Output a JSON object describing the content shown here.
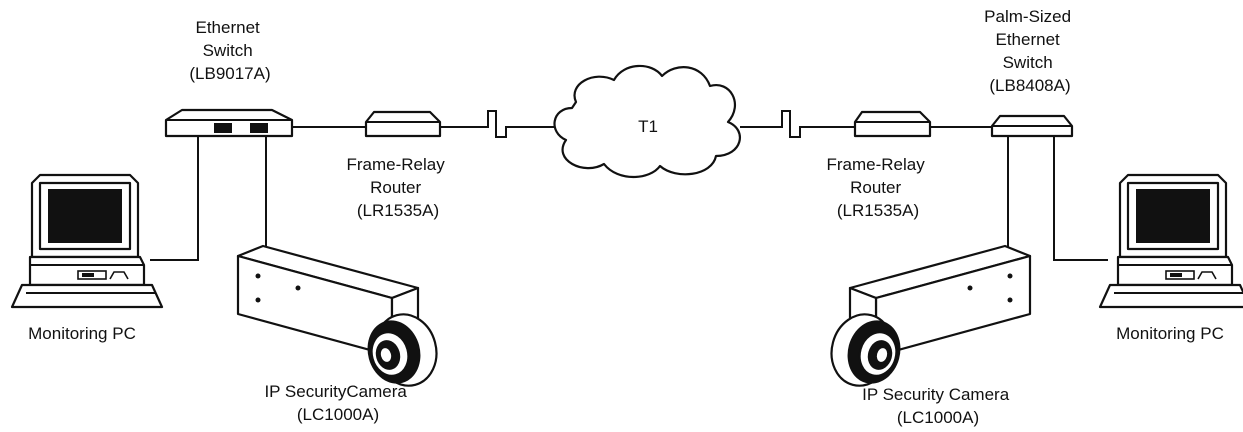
{
  "labels": {
    "switch_left": [
      "Ethernet",
      "Switch",
      "(LB9017A)"
    ],
    "router_left": [
      "Frame-Relay",
      "Router",
      "(LR1535A)"
    ],
    "cloud": "T1",
    "router_right": [
      "Frame-Relay",
      "Router",
      "(LR1535A)"
    ],
    "switch_right": [
      "Palm-Sized",
      "Ethernet",
      "Switch",
      "(LB8408A)"
    ],
    "pc_left": "Monitoring PC",
    "pc_right": "Monitoring PC",
    "camera_left": [
      "IP SecurityCamera",
      "(LC1000A)"
    ],
    "camera_right": [
      "IP Security Camera",
      "(LC1000A)"
    ]
  }
}
